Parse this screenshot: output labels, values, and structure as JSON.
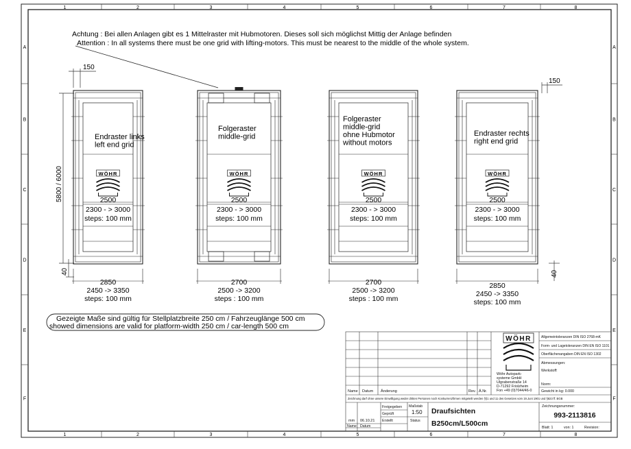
{
  "columns": [
    "1",
    "2",
    "3",
    "4",
    "5",
    "6",
    "7",
    "8"
  ],
  "rows": [
    "A",
    "B",
    "C",
    "D",
    "E",
    "F"
  ],
  "note": {
    "de": "Achtung :  Bei allen Anlagen gibt es  1  Mittelraster mit Hubmotoren. Dieses soll sich möglichst Mittig der Anlage befinden",
    "en": "Attention :  In all systems there must be one grid with lifting-motors. This must be nearest to the middle of the whole system."
  },
  "height_dim": "5800 / 6000",
  "grids": [
    {
      "labels": [
        "Endraster links",
        "left end grid"
      ],
      "inner": "2500",
      "range": "2300 - > 3000",
      "steps": "steps: 100 mm",
      "width": "2850",
      "width_range": "2450  -> 3350",
      "width_steps": "steps:  100 mm"
    },
    {
      "labels": [
        "Folgeraster",
        "middle-grid"
      ],
      "inner": "2500",
      "range": "2300 - > 3000",
      "steps": "steps: 100 mm",
      "width": "2700",
      "width_range": "2500  -> 3200",
      "width_steps": "steps : 100 mm"
    },
    {
      "labels": [
        "Folgeraster",
        "middle-grid",
        "ohne Hubmotor",
        "without motors"
      ],
      "inner": "2500",
      "range": "2300 - > 3000",
      "steps": "steps: 100 mm",
      "width": "2700",
      "width_range": "2500  -> 3200",
      "width_steps": "steps : 100 mm"
    },
    {
      "labels": [
        "Endraster rechts",
        "right end grid"
      ],
      "inner": "2500",
      "range": "2300 - > 3000",
      "steps": "steps: 100 mm",
      "width": "2850",
      "width_range": "2450  -> 3350",
      "width_steps": "steps:  100 mm"
    }
  ],
  "logo": "WÖHR",
  "dim_150": "150",
  "dim_40": "40",
  "validity": {
    "de": "Gezeigte Maße sind gültig für Stellplatzbreite 250 cm / Fahrzeuglänge 500 cm",
    "en": "showed dimensions are valid for platform-width 250 cm / car-length  500 cm"
  },
  "title_block": {
    "rev_header": [
      "Name",
      "Datum",
      "Änderung",
      "Rev.",
      "Ä.Nr."
    ],
    "company": [
      "Wöhr Autopark-",
      "systeme GmbH",
      "Ulgrabenstraße 14",
      "D-71292 Friolzheim",
      "Fon +49 (0)7044/46-0"
    ],
    "standards": [
      "Allgemeintoleranzen DIN ISO 2768-mK",
      "Form- und Lagetoleranzen DIN EN ISO 1101",
      "Oberflächenangaben DIN EN ISO 1302"
    ],
    "abmessungen": "Abmessungen:",
    "werkstoff": "Werkstoff:",
    "norm": "Norm:",
    "gewicht": "Gewicht in kg: 0.000",
    "copyright": "Zeichnung darf ohne unsere Einwilligung weder dritten Personen noch Konkurrenzfirmen mitgeteilt werden  §§1 und 11 des Gesetzes vom 19.Juni 1901 und §823 ff. BGB",
    "freigegeben": "Freigegeben",
    "geprueft": "Geprüft",
    "erstellt": "Erstellt",
    "massstab_label": "Maßstab",
    "massstab": "1:50",
    "status": "Status",
    "creator": "mm",
    "date": "06.10.21",
    "name_label": "Name",
    "datum_label": "Datum",
    "title1": "Draufsichten",
    "title2": "B250cm/L500cm",
    "znr_label": "Zeichnungsnummer:",
    "znr": "993-2113816",
    "blatt": "Blatt:  1",
    "von": "von:  1",
    "revision": "Revision:"
  }
}
